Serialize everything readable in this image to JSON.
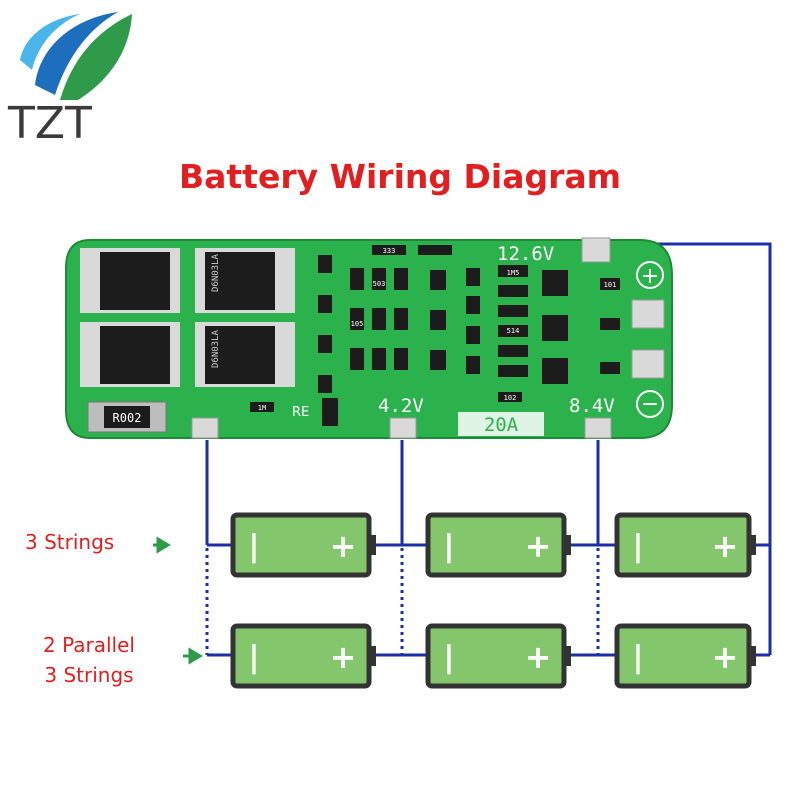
{
  "brand": {
    "logo_text": "TZT",
    "accent_green": "#2f9a4a",
    "accent_blue": "#1d6fbd",
    "logo_text_color": "#3a3a3a"
  },
  "title": {
    "text": "Battery Wiring Diagram",
    "color": "#e02020"
  },
  "board": {
    "terminals": {
      "positive_voltage": "12.6V",
      "mid1_voltage": "4.2V",
      "mid2_voltage": "8.4V",
      "current_rating": "20A"
    },
    "components": {
      "resistor_shunt": "R002",
      "re_label": "RE",
      "mosfet_text": "D6N03LA",
      "resistor_codes": [
        "333",
        "1M",
        "102",
        "101",
        "105",
        "514",
        "503",
        "1M5"
      ]
    },
    "symbols": {
      "plus": "+",
      "minus": "−"
    }
  },
  "labels": {
    "three_strings": "3 Strings",
    "two_parallel_line1": "2 Parallel",
    "two_parallel_line2": "3 Strings"
  },
  "cells": {
    "row1": [
      {
        "minus": "|",
        "plus": "+"
      },
      {
        "minus": "|",
        "plus": "+"
      },
      {
        "minus": "|",
        "plus": "+"
      }
    ],
    "row2": [
      {
        "minus": "|",
        "plus": "+"
      },
      {
        "minus": "|",
        "plus": "+"
      },
      {
        "minus": "|",
        "plus": "+"
      }
    ]
  },
  "colors": {
    "wire": "#1a2fa8",
    "pcb": "#2bb24c",
    "cell_fill": "#84c66b",
    "cell_border": "#333333",
    "arrow": "#2f9a4a"
  }
}
